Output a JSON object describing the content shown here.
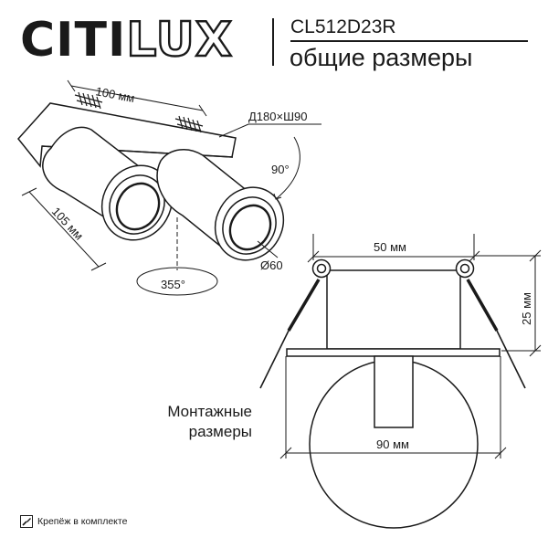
{
  "brand": {
    "part1": "CITI",
    "part2": "LUX"
  },
  "header": {
    "model": "CL512D23R",
    "subtitle": "общие размеры"
  },
  "dimensions": {
    "width": "100 мм",
    "body": "Д180×Ш90",
    "tilt": "90°",
    "length": "105 мм",
    "rotation": "355°",
    "diameter": "Ø60",
    "hole_width": "50 мм",
    "depth": "25 мм",
    "cutout": "90 мм"
  },
  "mounting_label": [
    "Монтажные",
    "размеры"
  ],
  "footer": {
    "text": "Крепёж в комплекте",
    "icon": "screwdriver-icon"
  }
}
